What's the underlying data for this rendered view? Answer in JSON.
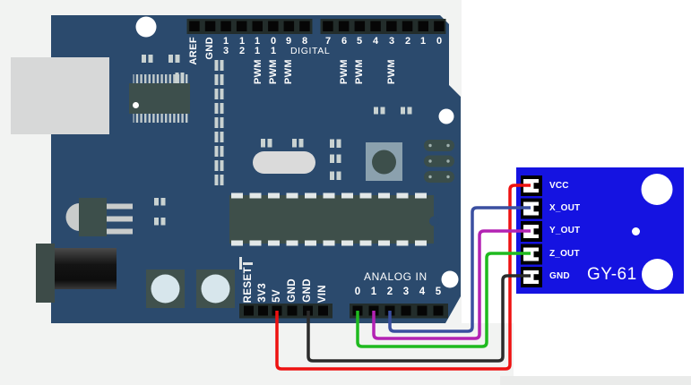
{
  "colors": {
    "background": "#f2f3f2",
    "background_right": "#ffffff",
    "bottom_band": "#eaebea",
    "arduino_board": "#2b4a6d",
    "module_board": "#1513e1",
    "header_strip": "#232d2b",
    "pin_black": "#060606",
    "component_dark": "#3d4f4b",
    "silkscreen": "#ffffff"
  },
  "arduino": {
    "digital_header": {
      "row1_labels": [
        "AREF",
        "GND",
        "1\n3",
        "1\n2",
        "1\n1",
        "0\n1",
        "9",
        "8"
      ],
      "row2_labels": [
        "7",
        "6",
        "5",
        "4",
        "3",
        "2",
        "1",
        "0"
      ],
      "group_label": "DIGITAL",
      "pwm_labels": [
        "PWM",
        "PWM",
        "PWM",
        "PWM",
        "PWM",
        "PWM"
      ]
    },
    "power_header": {
      "labels": [
        "RESET",
        "3V3",
        "5V",
        "GND",
        "GND",
        "VIN"
      ]
    },
    "analog_header": {
      "group_label": "ANALOG IN",
      "labels": [
        "0",
        "1",
        "2",
        "3",
        "4",
        "5"
      ]
    }
  },
  "module": {
    "title": "GY-61",
    "pin_labels": [
      "VCC",
      "X_OUT",
      "Y_OUT",
      "Z_OUT",
      "GND"
    ]
  },
  "wires": [
    {
      "name": "wire-5v-to-vcc",
      "color": "#ee1111"
    },
    {
      "name": "wire-gnd-to-gnd",
      "color": "#2b2b2b"
    },
    {
      "name": "wire-a0-to-zout",
      "color": "#1fba1f"
    },
    {
      "name": "wire-a1-to-yout",
      "color": "#b322b3"
    },
    {
      "name": "wire-a2-to-xout",
      "color": "#3a4fa0"
    }
  ]
}
